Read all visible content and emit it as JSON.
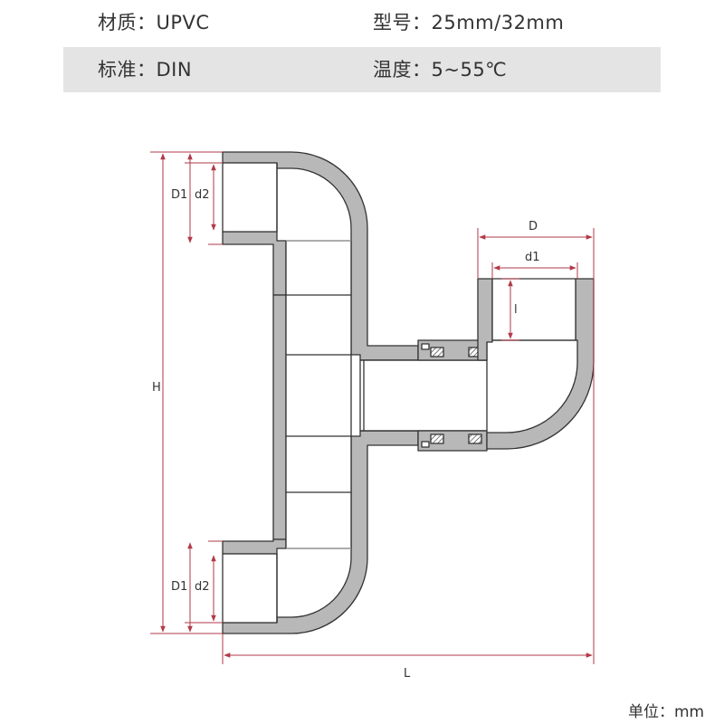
{
  "specs": {
    "row1": {
      "left": "材质：UPVC",
      "right": "型号：25mm/32mm"
    },
    "row2": {
      "left": "标准：DIN",
      "right": "温度：5~55℃"
    }
  },
  "dimensions": {
    "H": "H",
    "L": "L",
    "D": "D",
    "d1": "d1",
    "D1_top": "D1",
    "d2_top": "d2",
    "D1_bottom": "D1",
    "d2_bottom": "d2",
    "l": "l"
  },
  "unit_note": "单位：mm",
  "colors": {
    "pipe_gray": "#b8b8b8",
    "outline": "#333333",
    "dimension_red": "#b23a48",
    "spec_band": "#e4e4e4"
  }
}
